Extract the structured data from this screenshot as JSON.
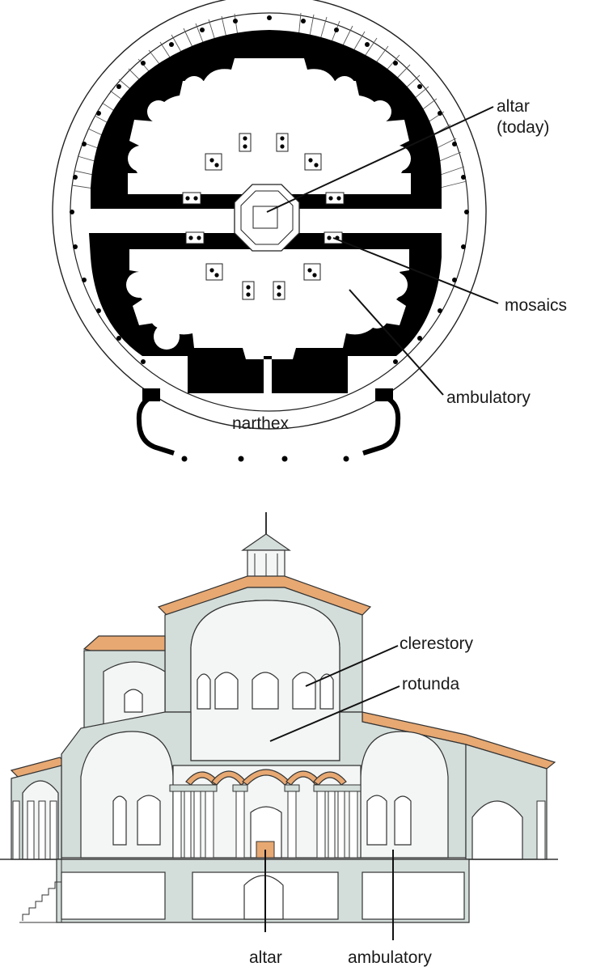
{
  "plan": {
    "labels": {
      "altar_line1": "altar",
      "altar_line2": "(today)",
      "mosaics": "mosaics",
      "ambulatory": "ambulatory",
      "narthex": "narthex"
    }
  },
  "section": {
    "labels": {
      "clerestory": "clerestory",
      "rotunda": "rotunda",
      "altar": "altar",
      "ambulatory": "ambulatory"
    }
  },
  "colors": {
    "wall": "#000000",
    "roof": "#e7a872",
    "cut": "#d3ddda",
    "interior": "#f3f6f5",
    "stroke": "#333333",
    "text": "#1a1a1a"
  }
}
